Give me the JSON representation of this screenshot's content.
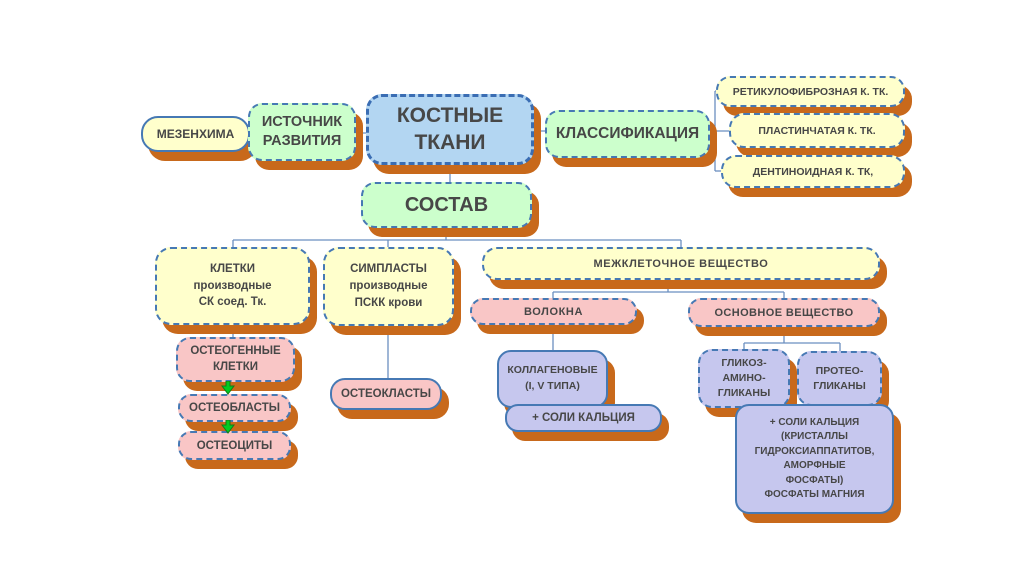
{
  "diagram": {
    "nodes": {
      "mezenkhima": {
        "label": "МЕЗЕНХИМА"
      },
      "istochnik": {
        "label": "ИСТОЧНИК\nРАЗВИТИЯ"
      },
      "kostnye_tkani": {
        "label": "КОСТНЫЕ\nТКАНИ"
      },
      "klassifikaciya": {
        "label": "КЛАССИФИКАЦИЯ"
      },
      "retikulofibroznaya": {
        "label": "РЕТИКУЛОФИБРОЗНАЯ К. ТК."
      },
      "plastinchataya": {
        "label": "ПЛАСТИНЧАТАЯ К. ТК."
      },
      "dentinoidnaya": {
        "label": "ДЕНТИНОИДНАЯ К. ТК,"
      },
      "sostav": {
        "label": "СОСТАВ"
      },
      "kletki": {
        "label": "КЛЕТКИ\nпроизводные\nСК соед. Тк."
      },
      "simplasty": {
        "label": "СИМПЛАСТЫ\nпроизводные\nПСКК крови"
      },
      "mezhkletochnoe": {
        "label": "МЕЖКЛЕТОЧНОЕ ВЕЩЕСТВО"
      },
      "volokna": {
        "label": "ВОЛОКНА"
      },
      "osnovnoe": {
        "label": "ОСНОВНОЕ ВЕЩЕСТВО"
      },
      "osteogennye": {
        "label": "ОСТЕОГЕННЫЕ\nКЛЕТКИ"
      },
      "osteoblasty": {
        "label": "ОСТЕОБЛАСТЫ"
      },
      "osteocity": {
        "label": "ОСТЕОЦИТЫ"
      },
      "osteoklasty": {
        "label": "ОСТЕОКЛАСТЫ"
      },
      "kollagenovye": {
        "label": "КОЛЛАГЕНОВЫЕ\n(I, V ТИПА)"
      },
      "soli_kalciya": {
        "label": "+ СОЛИ КАЛЬЦИЯ"
      },
      "glikozaminoglikany": {
        "label": "ГЛИКОЗ-\nАМИНО-\nГЛИКАНЫ"
      },
      "proteoglikany": {
        "label": "ПРОТЕО-\nГЛИКАНЫ"
      },
      "soli_kalciya_kristally": {
        "label": "+ СОЛИ КАЛЬЦИЯ\n(КРИСТАЛЛЫ\nГИДРОКСИАППАТИТОВ,\nАМОРФНЫЕ\nФОСФАТЫ)\nФОСФАТЫ МАГНИЯ"
      }
    },
    "edges": [
      {
        "from": "mezenkhima",
        "to": "istochnik",
        "type": "line"
      },
      {
        "from": "istochnik",
        "to": "kostnye_tkani",
        "type": "line"
      },
      {
        "from": "kostnye_tkani",
        "to": "klassifikaciya",
        "type": "line"
      },
      {
        "from": "klassifikaciya",
        "to": "retikulofibroznaya",
        "type": "line"
      },
      {
        "from": "klassifikaciya",
        "to": "plastinchataya",
        "type": "line"
      },
      {
        "from": "klassifikaciya",
        "to": "dentinoidnaya",
        "type": "line"
      },
      {
        "from": "kostnye_tkani",
        "to": "sostav",
        "type": "line"
      },
      {
        "from": "sostav",
        "to": "kletki",
        "type": "line"
      },
      {
        "from": "sostav",
        "to": "simplasty",
        "type": "line"
      },
      {
        "from": "sostav",
        "to": "mezhkletochnoe",
        "type": "line"
      },
      {
        "from": "kletki",
        "to": "osteogennye",
        "type": "line"
      },
      {
        "from": "osteogennye",
        "to": "osteoblasty",
        "type": "green-arrow"
      },
      {
        "from": "osteoblasty",
        "to": "osteocity",
        "type": "green-arrow"
      },
      {
        "from": "simplasty",
        "to": "osteoklasty",
        "type": "line"
      },
      {
        "from": "mezhkletochnoe",
        "to": "volokna",
        "type": "line"
      },
      {
        "from": "mezhkletochnoe",
        "to": "osnovnoe",
        "type": "line"
      },
      {
        "from": "volokna",
        "to": "kollagenovye",
        "type": "line"
      },
      {
        "from": "kollagenovye",
        "to": "soli_kalciya",
        "type": "overlap"
      },
      {
        "from": "osnovnoe",
        "to": "glikozaminoglikany",
        "type": "line"
      },
      {
        "from": "osnovnoe",
        "to": "proteoglikany",
        "type": "line"
      },
      {
        "from": "glikozaminoglikany",
        "to": "soli_kalciya_kristally",
        "type": "overlap"
      },
      {
        "from": "proteoglikany",
        "to": "soli_kalciya_kristally",
        "type": "overlap"
      }
    ],
    "colors": {
      "yellow": "#FFFFCC",
      "green": "#CCFFCC",
      "blue": "#B3D6F2",
      "pink": "#F9C6C6",
      "purple": "#C6C7EE",
      "shadow": "#C8691B",
      "border": "#4679B4",
      "connector": "#6B8FC0",
      "arrow_green": "#00CC22",
      "text": "#474747"
    },
    "icons": {
      "flow_arrow": "down-arrow-icon"
    }
  }
}
